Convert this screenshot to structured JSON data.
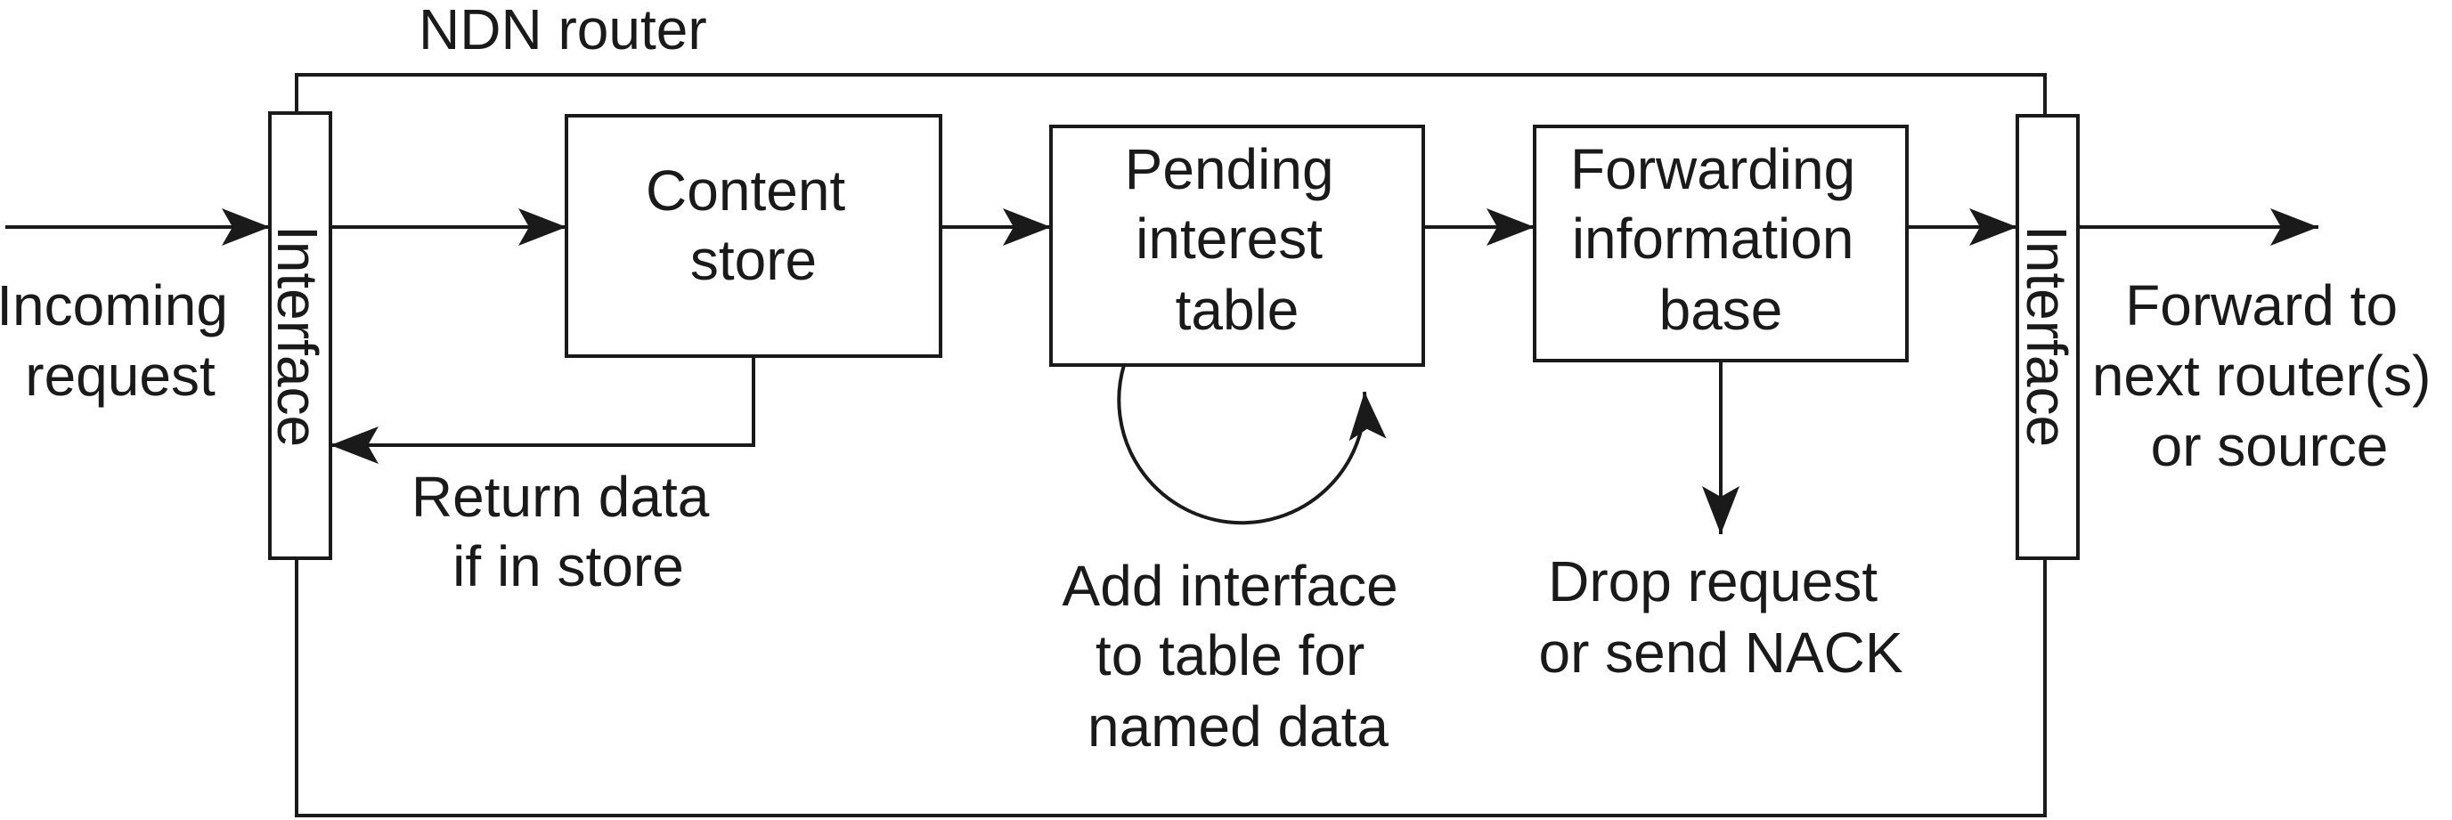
{
  "diagram": {
    "router_label": "NDN router",
    "incoming": [
      "Incoming",
      "request"
    ],
    "outgoing": [
      "Forward to",
      "next router(s)",
      "or source"
    ],
    "left_interface": "Interface",
    "right_interface": "Interface",
    "content_store": [
      "Content",
      "store"
    ],
    "pit": [
      "Pending",
      "interest",
      "table"
    ],
    "fib": [
      "Forwarding",
      "information",
      "base"
    ],
    "return_data": [
      "Return data",
      "if in store"
    ],
    "add_interface": [
      "Add interface",
      "to table for",
      "named data"
    ],
    "drop_request": [
      "Drop request",
      "or send NACK"
    ]
  }
}
